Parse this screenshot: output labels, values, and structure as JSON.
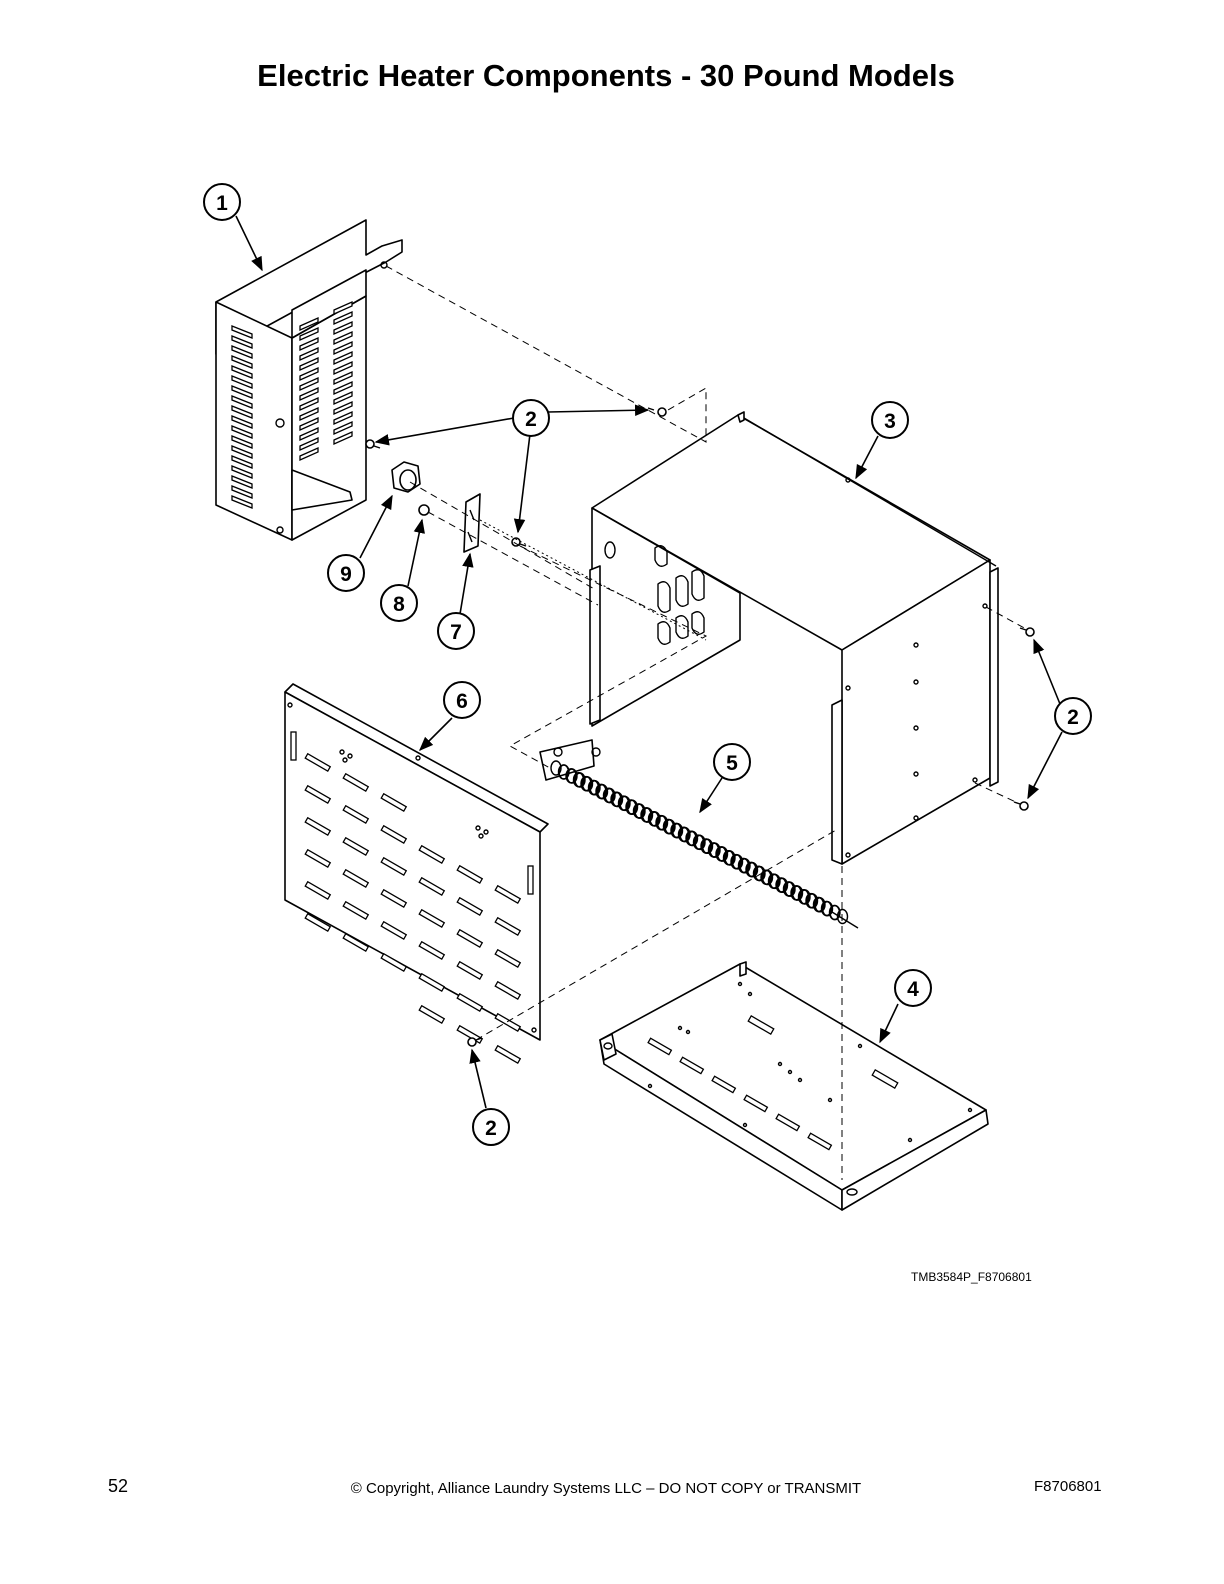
{
  "title": "Electric Heater Components - 30 Pound Models",
  "callouts": [
    {
      "id": "c1",
      "label": "1"
    },
    {
      "id": "c2a",
      "label": "2"
    },
    {
      "id": "c3",
      "label": "3"
    },
    {
      "id": "c2b",
      "label": "2"
    },
    {
      "id": "c9",
      "label": "9"
    },
    {
      "id": "c8",
      "label": "8"
    },
    {
      "id": "c7",
      "label": "7"
    },
    {
      "id": "c6",
      "label": "6"
    },
    {
      "id": "c5",
      "label": "5"
    },
    {
      "id": "c4",
      "label": "4"
    },
    {
      "id": "c2c",
      "label": "2"
    }
  ],
  "drawing_ref": "TMB3584P_F8706801",
  "footer": {
    "page_number": "52",
    "copyright": "© Copyright, Alliance Laundry Systems LLC – DO NOT COPY or TRANSMIT",
    "doc_id": "F8706801"
  }
}
